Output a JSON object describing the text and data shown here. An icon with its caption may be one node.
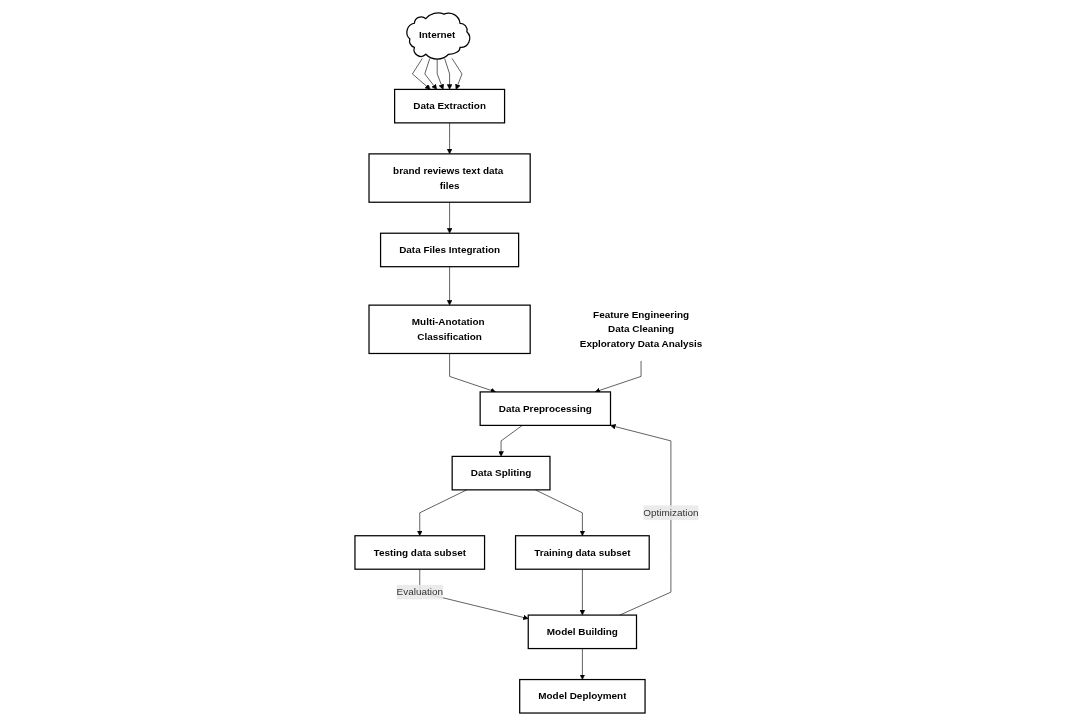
{
  "diagram": {
    "nodes": [
      {
        "text": [
          "Internet"
        ]
      },
      {
        "text": [
          "Data Extraction"
        ]
      },
      {
        "text": [
          "brand reviews text data files"
        ]
      },
      {
        "text": [
          "Data Files Integration"
        ]
      },
      {
        "text": [
          "Multi-Anotation Classification"
        ]
      },
      {
        "text": [
          "Data Preprocessing"
        ]
      },
      {
        "text": [
          "Feature Engineering",
          "Data Cleaning",
          "Exploratory Data Analysis"
        ]
      },
      {
        "text": [
          "Data Spliting"
        ]
      },
      {
        "text": [
          "Testing data subset"
        ]
      },
      {
        "text": [
          "Training data subset"
        ]
      },
      {
        "text": [
          "Model Building"
        ]
      },
      {
        "text": [
          "Model Deployment"
        ]
      }
    ],
    "edges": [
      {
        "from": 0,
        "to": 1,
        "arrow": "to"
      },
      {
        "from": 0,
        "to": 1,
        "arrow": "to"
      },
      {
        "from": 0,
        "to": 1,
        "arrow": "to"
      },
      {
        "from": 0,
        "to": 1,
        "arrow": "to"
      },
      {
        "from": 0,
        "to": 1,
        "arrow": "to"
      },
      {
        "from": 1,
        "to": 2,
        "arrow": "to"
      },
      {
        "from": 2,
        "to": 3,
        "arrow": "to"
      },
      {
        "from": 3,
        "to": 4,
        "arrow": "to"
      },
      {
        "from": 4,
        "to": 5,
        "arrow": "to"
      },
      {
        "from": 6,
        "to": 5,
        "arrow": "to"
      },
      {
        "from": 5,
        "to": 7,
        "arrow": "to"
      },
      {
        "from": 7,
        "to": 8,
        "arrow": "to"
      },
      {
        "from": 7,
        "to": 9,
        "arrow": "to"
      },
      {
        "from": 8,
        "to": 10,
        "label": "Evaluation",
        "arrow": "to"
      },
      {
        "from": 9,
        "to": 10,
        "arrow": "to"
      },
      {
        "from": 10,
        "to": 11,
        "arrow": "to"
      },
      {
        "from": 10,
        "to": 5,
        "label": "Optimization",
        "arrow": "to"
      }
    ]
  }
}
